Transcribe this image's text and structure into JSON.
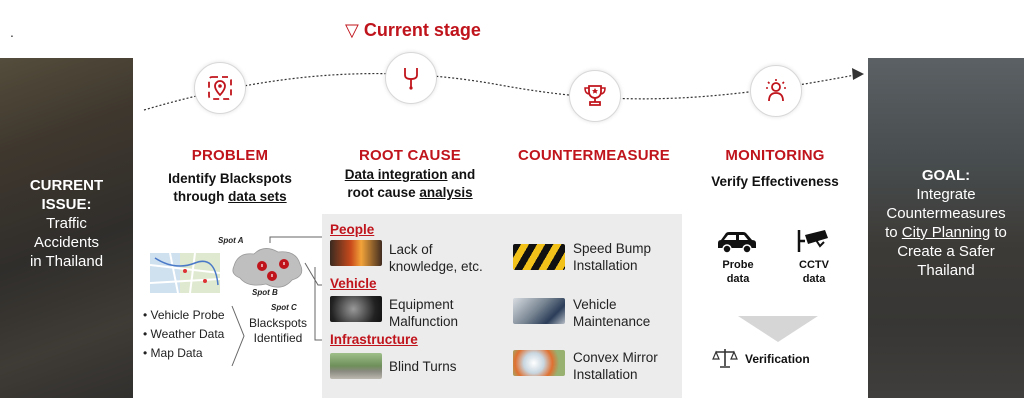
{
  "stage": {
    "label": "Current stage"
  },
  "left_panel": {
    "title_line1": "CURRENT",
    "title_line2": "ISSUE:",
    "body_lines": [
      "Traffic",
      "Accidents",
      "in Thailand"
    ]
  },
  "goal": {
    "title": "GOAL:",
    "line1": "Integrate",
    "line2": "Countermeasures",
    "line3_link": "City Planning",
    "line3_pre": "to ",
    "line3_post": " to",
    "line4": "Create a Safer",
    "line5": "Thailand"
  },
  "problem": {
    "heading": "PROBLEM",
    "sub_line1": "Identify Blackspots",
    "sub_pre": "through ",
    "sub_link": "data sets",
    "data_sources": [
      "• Vehicle Probe",
      "• Weather Data",
      "• Map Data"
    ],
    "spots": [
      "Spot A",
      "Spot B",
      "Spot C"
    ],
    "blackspots_label_line1": "Blackspots",
    "blackspots_label_line2": "Identified"
  },
  "root_cause": {
    "heading": "ROOT CAUSE",
    "sub_link1": "Data integration",
    "sub_mid": " and",
    "sub_line2_pre": "root cause ",
    "sub_link2": "analysis",
    "categories": [
      {
        "label": "People",
        "item_line1": "Lack of",
        "item_line2": "knowledge, etc."
      },
      {
        "label": "Vehicle",
        "item_line1": "Equipment",
        "item_line2": "Malfunction"
      },
      {
        "label": "Infrastructure",
        "item_line1": "Blind Turns",
        "item_line2": ""
      }
    ]
  },
  "countermeasure": {
    "heading": "COUNTERMEASURE",
    "items": [
      {
        "line1": "Speed Bump",
        "line2": "Installation"
      },
      {
        "line1": "Vehicle",
        "line2": "Maintenance"
      },
      {
        "line1": "Convex Mirror",
        "line2": "Installation"
      }
    ]
  },
  "monitoring": {
    "heading": "MONITORING",
    "sub": "Verify Effectiveness",
    "probe_line1": "Probe",
    "probe_line2": "data",
    "cctv_line1": "CCTV",
    "cctv_line2": "data",
    "verification": "Verification"
  },
  "colors": {
    "accent": "#c0141c"
  },
  "icons": [
    "location-pin-icon",
    "flow-branch-icon",
    "trophy-icon",
    "lightbulb-person-icon",
    "car-icon",
    "cctv-camera-icon",
    "scale-icon"
  ]
}
